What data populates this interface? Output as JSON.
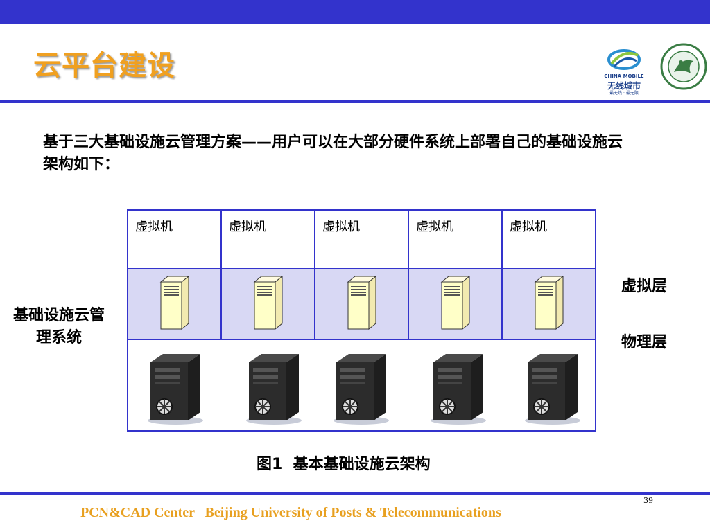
{
  "slide": {
    "title": "云平台建设",
    "intro": "基于三大基础设施云管理方案——用户可以在大部分硬件系统上部署自己的基础设施云架构如下：",
    "table": {
      "vm_labels": [
        "虚拟机",
        "虚拟机",
        "虚拟机",
        "虚拟机",
        "虚拟机"
      ],
      "virtual_host_count": 5,
      "physical_server_count": 5
    },
    "left_label": "基础设施云管理系统",
    "layer_labels": {
      "virtual": "虚拟层",
      "physical": "物理层"
    },
    "caption": "图1  基本基础设施云架构",
    "page_number": "39",
    "footer": "PCN&CAD Center   Beijing University of Posts & Telecommunications",
    "logos": {
      "china_mobile": {
        "line1": "CHINA MOBILE",
        "line2": "无线城市",
        "line3": "最无线 · 最无限"
      }
    }
  },
  "colors": {
    "accent_blue": "#3333cc",
    "title_orange": "#f0a020",
    "footer_orange": "#e8a020",
    "virtual_layer_fill": "#d8d8f4"
  },
  "icons": {
    "china_mobile_logo": "china-mobile-logo-icon",
    "bupt_seal": "bupt-seal-icon",
    "virtual_host": "virtual-server-icon",
    "physical_server": "physical-server-tower-icon"
  }
}
